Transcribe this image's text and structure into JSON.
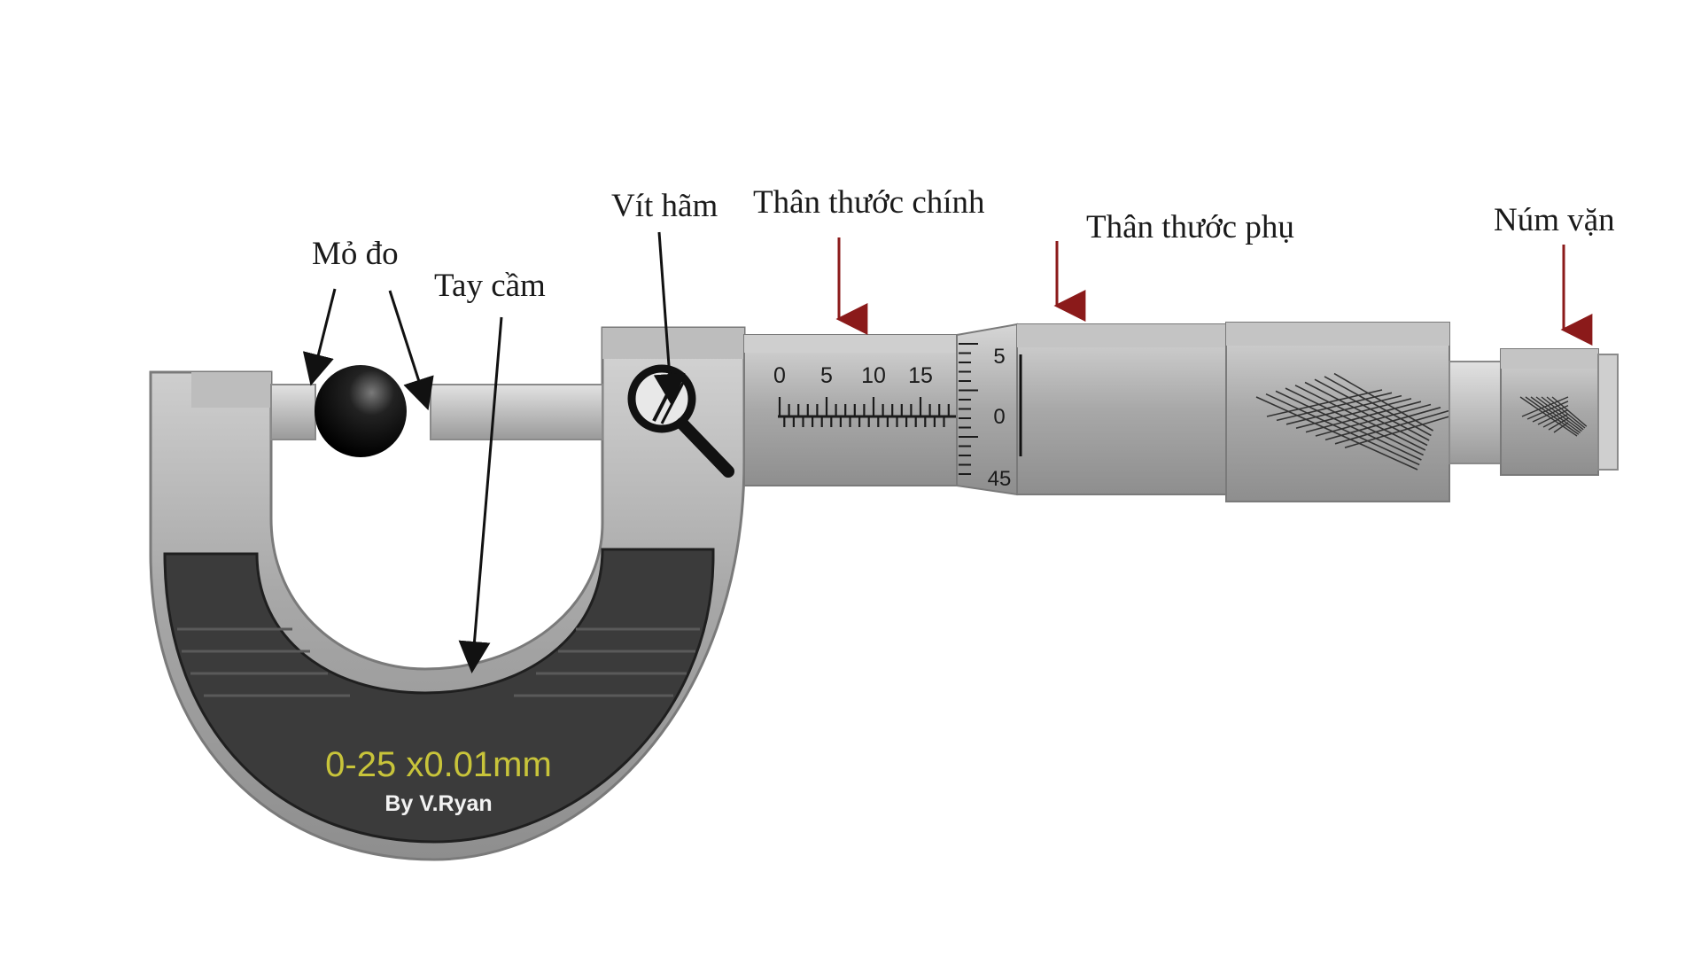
{
  "labels": {
    "anvils": "Mỏ đo",
    "frame": "Tay cầm",
    "lock": "Vít hãm",
    "sleeve": "Thân thước chính",
    "thimble": "Thân thước phụ",
    "ratchet": "Núm vặn"
  },
  "sleeve_scale": {
    "ticks": [
      "0",
      "5",
      "10",
      "15"
    ]
  },
  "thimble_scale": {
    "ticks": [
      "5",
      "0",
      "45"
    ]
  },
  "frame_text": {
    "spec": "0-25 x0.01mm",
    "author": "By V.Ryan"
  },
  "colors": {
    "metal_light": "#c9c9c9",
    "metal_mid": "#a9a9a9",
    "metal_dark": "#8c8c8c",
    "grip": "#3a3a3a",
    "spec_text": "#c8c43a",
    "arrow_red": "#8b1a1a",
    "arrow_black": "#111111"
  }
}
